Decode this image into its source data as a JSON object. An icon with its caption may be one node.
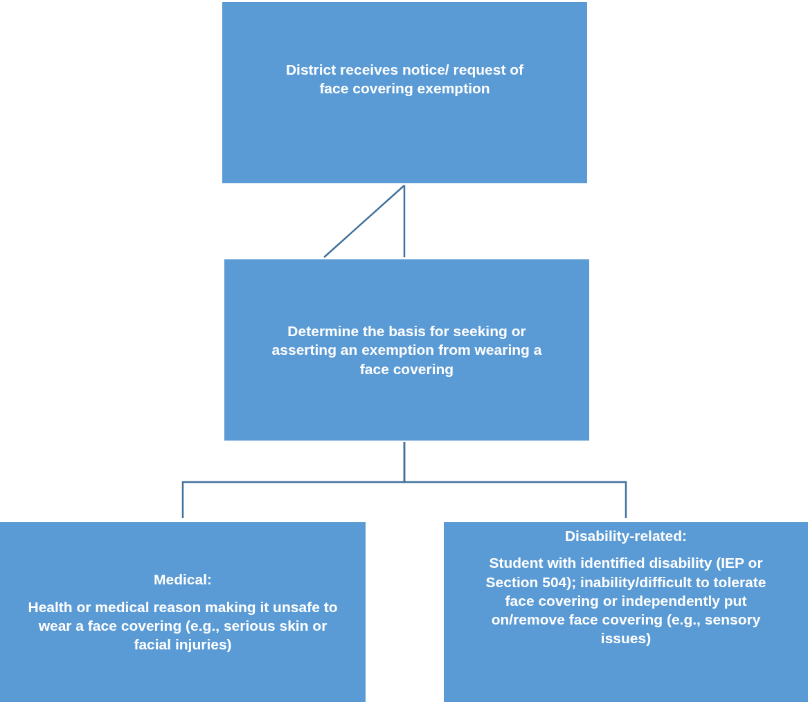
{
  "diagram": {
    "nodes": [
      {
        "text": [
          "District receives notice/ request of face covering exemption"
        ]
      },
      {
        "text": [
          "Determine the basis for seeking or asserting an exemption from wearing a face covering"
        ]
      },
      {
        "text": [
          "Medical:",
          "Health or medical reason making it unsafe to wear a face covering (e.g., serious skin or facial injuries)"
        ]
      },
      {
        "text": [
          "Disability-related:",
          "Student with identified disability (IEP or Section 504); inability/difficult to tolerate face covering or independently put on/remove face covering (e.g., sensory issues)"
        ]
      }
    ],
    "edges": [
      {
        "from": 0,
        "to": 1,
        "arrow": "none"
      },
      {
        "from": 0,
        "to": 1,
        "arrow": "none"
      },
      {
        "from": 1,
        "to": 2,
        "arrow": "none"
      },
      {
        "from": 1,
        "to": 3,
        "arrow": "none"
      }
    ]
  }
}
